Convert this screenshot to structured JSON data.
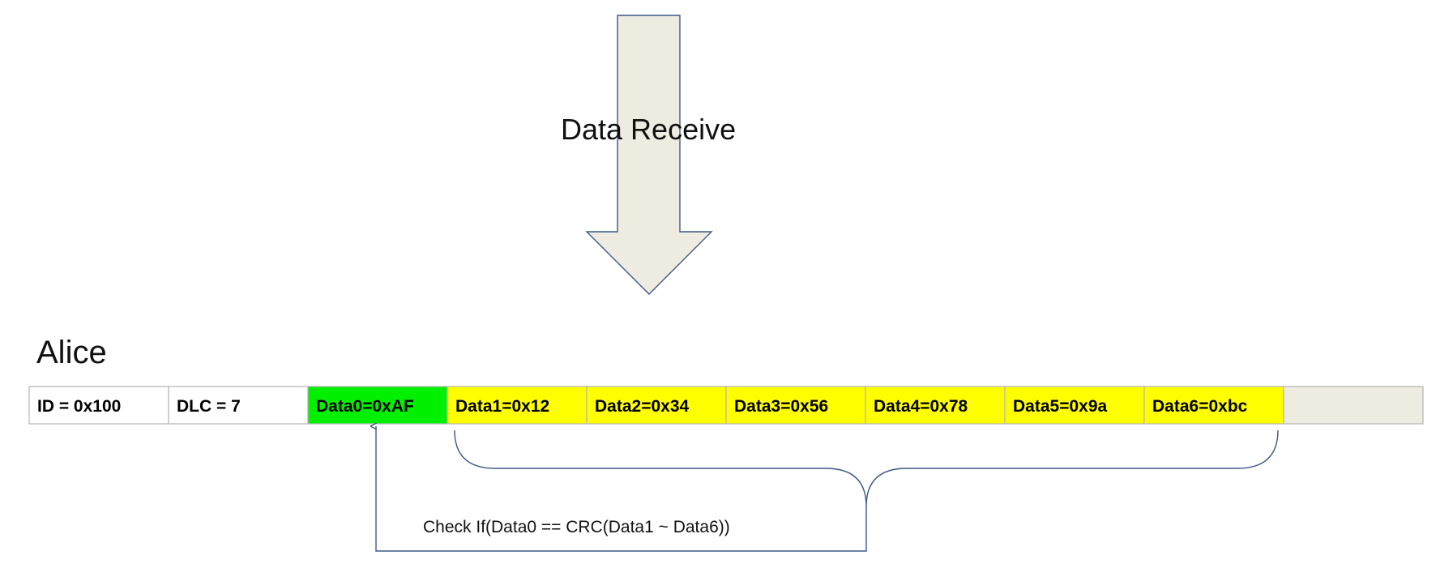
{
  "arrow": {
    "label": "Data Receive",
    "fill": "#eeebe0",
    "stroke": "#3b5a8a"
  },
  "node": {
    "label": "Alice"
  },
  "frame": {
    "cells": [
      {
        "label": "ID = 0x100",
        "color": "#ffffff"
      },
      {
        "label": "DLC = 7",
        "color": "#ffffff"
      },
      {
        "label": "Data0=0xAF",
        "color": "#00f000"
      },
      {
        "label": "Data1=0x12",
        "color": "#ffff00"
      },
      {
        "label": "Data2=0x34",
        "color": "#ffff00"
      },
      {
        "label": "Data3=0x56",
        "color": "#ffff00"
      },
      {
        "label": "Data4=0x78",
        "color": "#ffff00"
      },
      {
        "label": "Data5=0x9a",
        "color": "#ffff00"
      },
      {
        "label": "Data6=0xbc",
        "color": "#ffff00"
      },
      {
        "label": "",
        "color": "#eeebe0"
      }
    ]
  },
  "check": {
    "label": "Check If(Data0 == CRC(Data1 ~ Data6))"
  }
}
